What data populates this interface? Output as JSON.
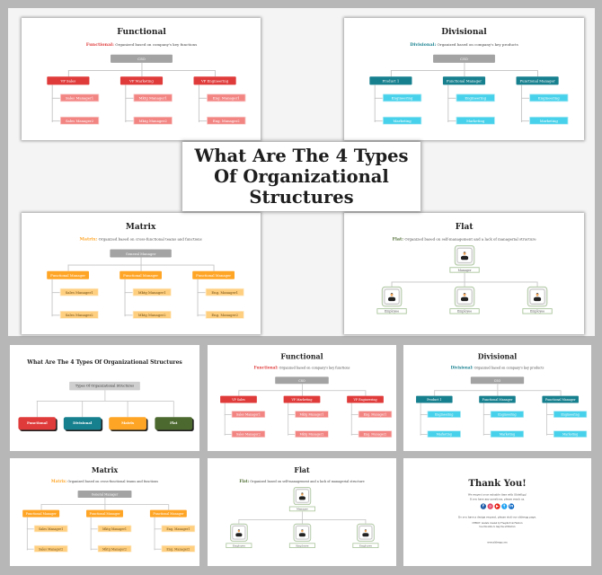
{
  "cover_title": "What Are The 4 Types Of Organizational Structures",
  "colors": {
    "functional": "#e03b3b",
    "functional_child": "#f28482",
    "divisional": "#17808f",
    "divisional_child": "#47d1ea",
    "matrix": "#ffa526",
    "matrix_child": "#ffcf80",
    "flat": "#4c6a2f",
    "root": "#a3a3a3",
    "overview_root": "#cfcfcf"
  },
  "slides": {
    "functional": {
      "title": "Functional",
      "keyword": "Functional:",
      "description": "Organized based on company's key functions",
      "root": "CSO",
      "branches": [
        {
          "label": "VP Sales",
          "children": [
            "Sales Manager1",
            "Sales Manager2"
          ]
        },
        {
          "label": "VP Marketing",
          "children": [
            "Mktg Manager1",
            "Mktg Manager2"
          ]
        },
        {
          "label": "VP Engineering",
          "children": [
            "Eng. Manager1",
            "Eng. Manager2"
          ]
        }
      ]
    },
    "divisional": {
      "title": "Divisional",
      "keyword": "Divisional:",
      "description": "Organized based on company's key products",
      "root": "CSO",
      "branches": [
        {
          "label": "Product 1",
          "children": [
            "Engineering",
            "Marketing"
          ]
        },
        {
          "label": "Functional Manager",
          "children": [
            "Engineering",
            "Marketing"
          ]
        },
        {
          "label": "Functional Manager",
          "children": [
            "Engineering",
            "Marketing"
          ]
        }
      ]
    },
    "matrix": {
      "title": "Matrix",
      "keyword": "Matrix:",
      "description": "Organized based on cross-functional teams and functions",
      "root": "General Manager",
      "branches": [
        {
          "label": "Functional Manager",
          "children": [
            "Sales Manager1",
            "Sales Manager2"
          ]
        },
        {
          "label": "Functional Manager",
          "children": [
            "Mktg Manager1",
            "Mktg Manager2"
          ]
        },
        {
          "label": "Functional Manager",
          "children": [
            "Eng. Manager1",
            "Eng. Manager2"
          ]
        }
      ]
    },
    "flat": {
      "title": "Flat",
      "keyword": "Flat:",
      "description": "Organized based on self-management and a lack of managerial structure",
      "manager": "Manager",
      "employees": [
        "Employee",
        "Employee",
        "Employee"
      ]
    },
    "overview": {
      "title": "What Are The 4 Types Of Organizational Structures",
      "root": "Types Of Organizational Structures",
      "types": [
        "Functional",
        "Divisional",
        "Matrix",
        "Flat"
      ]
    },
    "thankyou": {
      "title": "Thank You!",
      "line1": "We respect your valuable time with SlideEgg!",
      "line2": "If you have any questions, please reach us.",
      "social": [
        {
          "icon": "facebook-icon",
          "glyph": "f",
          "color": "#1d5ca8"
        },
        {
          "icon": "instagram-icon",
          "glyph": "◎",
          "color": "#e4405f"
        },
        {
          "icon": "youtube-icon",
          "glyph": "▶",
          "color": "#e62117"
        },
        {
          "icon": "twitter-icon",
          "glyph": "t",
          "color": "#1da1f2"
        },
        {
          "icon": "linkedin-icon",
          "glyph": "in",
          "color": "#0a66c2"
        }
      ],
      "request_text": "Do you have a design request, please visit our slideegg page.",
      "credit1": "CREDIT: Avatars created by Freepik from Flaticon",
      "credit2": "Use this slide to map the attribution",
      "website": "www.slideegg.com"
    }
  }
}
